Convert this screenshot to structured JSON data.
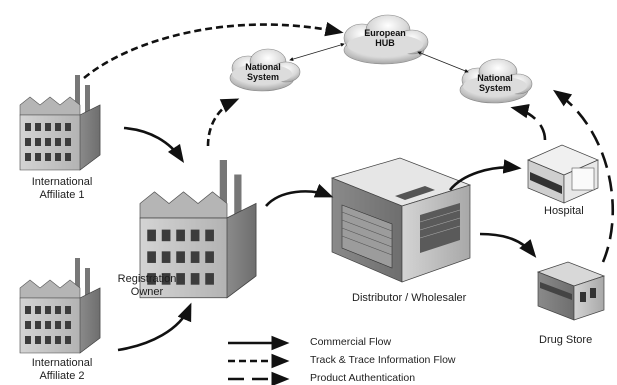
{
  "nodes": {
    "affiliate1": {
      "line1": "International",
      "line2": "Affiliate 1"
    },
    "affiliate2": {
      "line1": "International",
      "line2": "Affiliate 2"
    },
    "registration_owner": {
      "line1": "Registration",
      "line2": "Owner"
    },
    "distributor": {
      "label": "Distributor / Wholesaler"
    },
    "hospital": {
      "label": "Hospital"
    },
    "drug_store": {
      "label": "Drug Store"
    }
  },
  "clouds": {
    "national_left": {
      "line1": "National",
      "line2": "System"
    },
    "european_hub": {
      "line1": "European",
      "line2": "HUB"
    },
    "national_right": {
      "line1": "National",
      "line2": "System"
    }
  },
  "legend": {
    "commercial": "Commercial Flow",
    "track_trace": "Track & Trace Information Flow",
    "authentication": "Product Authentication"
  }
}
